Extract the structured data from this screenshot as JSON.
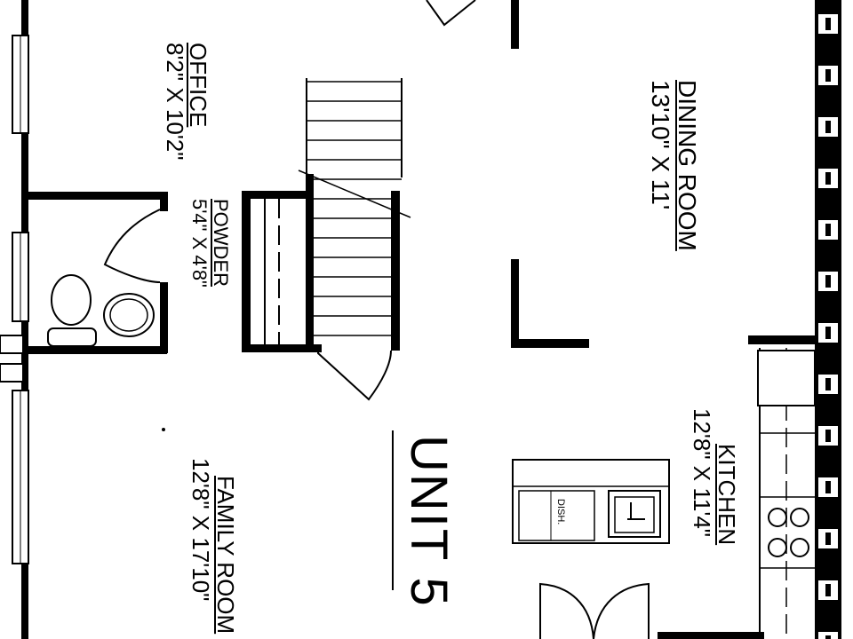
{
  "rooms": {
    "office": {
      "name": "OFFICE",
      "size": "8'2\" X 10'2\""
    },
    "dining": {
      "name": "DINING ROOM",
      "size": "13'10\" X 11'"
    },
    "powder": {
      "name": "POWDER",
      "size": "5'4\" X 4'8\""
    },
    "kitchen": {
      "name": "KITCHEN",
      "size": "12'8\" X 11'4\""
    },
    "family": {
      "name": "FAMILY ROOM",
      "size": "12'8\" X 17'10\""
    }
  },
  "unit_label": "UNIT 5",
  "appliance_labels": {
    "dishwasher": "DISH."
  },
  "colors": {
    "wall": "#000000",
    "background": "#ffffff"
  }
}
